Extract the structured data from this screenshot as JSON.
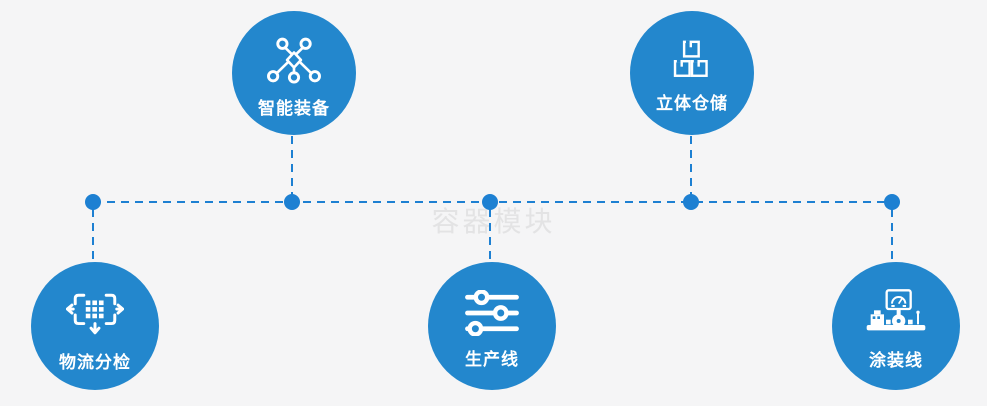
{
  "watermark": "容器模块",
  "colors": {
    "node_blue": "#2387cd",
    "connector_blue": "#1d80d2",
    "background": "#f5f5f6",
    "label_white": "#ffffff",
    "watermark_gray": "#e3e3e4"
  },
  "nodes": [
    {
      "label": "智能装备",
      "icon": "network-nodes-icon",
      "position": "top-left"
    },
    {
      "label": "立体仓储",
      "icon": "stacked-boxes-icon",
      "position": "top-right"
    },
    {
      "label": "物流分检",
      "icon": "sorting-arrows-icon",
      "position": "bottom-left"
    },
    {
      "label": "生产线",
      "icon": "sliders-icon",
      "position": "bottom-center"
    },
    {
      "label": "涂装线",
      "icon": "paint-machine-icon",
      "position": "bottom-right"
    }
  ]
}
